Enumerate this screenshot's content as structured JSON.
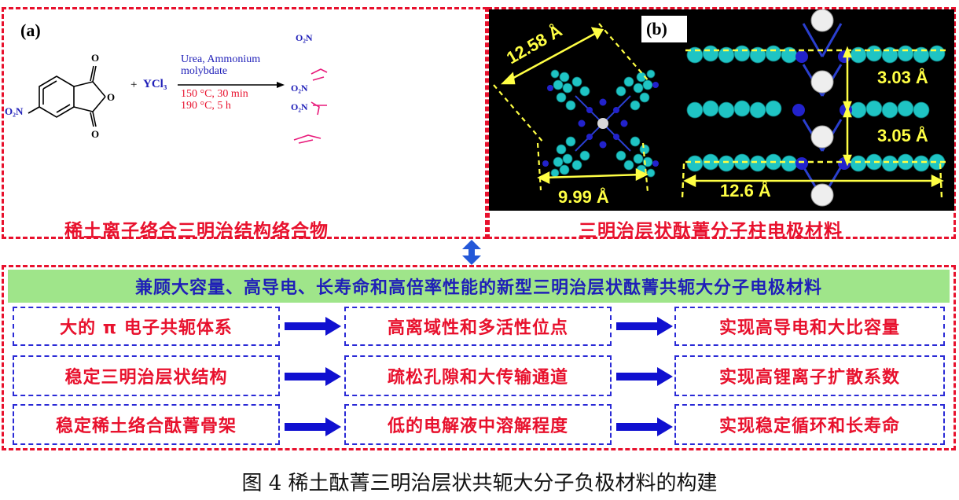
{
  "panel_a": {
    "label": "(a)",
    "reactant_substituent": "O₂N",
    "plus": "+",
    "reagent": "YCl₃",
    "conditions_line1": "Urea, Ammonium",
    "conditions_line2": "molybdate",
    "conditions_line3": "150 °C, 30 min",
    "conditions_line4": "190 °C, 5 h",
    "product_label_1": "O₂N",
    "product_label_2": "O₂N",
    "product_label_3": "O₂N",
    "caption": "稀土离子络合三明治结构络合物"
  },
  "panel_b": {
    "label": "(b)",
    "measure_diagonal": "12.58 Å",
    "measure_width": "9.99 Å",
    "measure_gap_top": "3.03 Å",
    "measure_gap_bottom": "3.05 Å",
    "measure_length": "12.6 Å",
    "caption": "三明治层状酞菁分子柱电极材料"
  },
  "bottom_panel": {
    "title": "兼顾大容量、高导电、长寿命和高倍率性能的新型三明治层状酞菁共轭大分子电极材料",
    "rows": [
      {
        "cause": "大的 π 电子共轭体系",
        "effect": "高离域性和多活性位点",
        "result": "实现高导电和大比容量"
      },
      {
        "cause": "稳定三明治层状结构",
        "effect": "疏松孔隙和大传输通道",
        "result": "实现高锂离子扩散系数"
      },
      {
        "cause": "稳定稀土络合酞菁骨架",
        "effect": "低的电解液中溶解程度",
        "result": "实现稳定循环和长寿命"
      }
    ]
  },
  "figure_caption": "图 4  稀土酞菁三明治层状共轭大分子负极材料的构建",
  "colors": {
    "dash_red": "#e8112d",
    "dash_blue": "#2a2ad6",
    "title_green": "#9fe58a",
    "arrow_blue": "#1010d0",
    "double_arrow_blue": "#2458d8",
    "carbon_cyan": "#1fc4c4",
    "nitrogen_blue": "#2222cc",
    "metal_white": "#e8e8e8",
    "measure_yellow": "#ffff44"
  }
}
